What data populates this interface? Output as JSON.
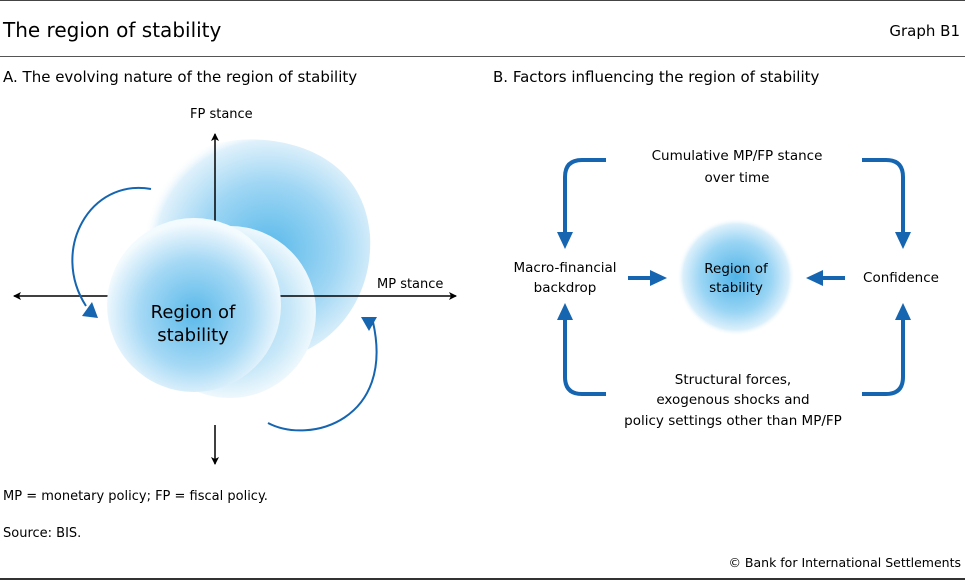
{
  "header": {
    "title": "The region of stability",
    "graph_id": "Graph B1"
  },
  "panel_a": {
    "title": "A. The evolving nature of the region of stability",
    "axis_y_label": "FP stance",
    "axis_x_label": "MP stance",
    "center_label_line1": "Region of",
    "center_label_line2": "stability"
  },
  "panel_b": {
    "title": "B. Factors influencing the region of stability",
    "top_label_line1": "Cumulative MP/FP stance",
    "top_label_line2": "over time",
    "left_label_line1": "Macro-financial",
    "left_label_line2": "backdrop",
    "right_label": "Confidence",
    "center_label_line1": "Region of",
    "center_label_line2": "stability",
    "bottom_label_line1": "Structural forces,",
    "bottom_label_line2": "exogenous shocks and",
    "bottom_label_line3": "policy settings other than MP/FP"
  },
  "footer": {
    "note": "MP = monetary policy; FP = fiscal policy.",
    "source": "Source: BIS.",
    "copyright": "© Bank for International Settlements"
  },
  "colors": {
    "accent_blue": "#1565b0",
    "region_blue": "#4fb3e8"
  }
}
